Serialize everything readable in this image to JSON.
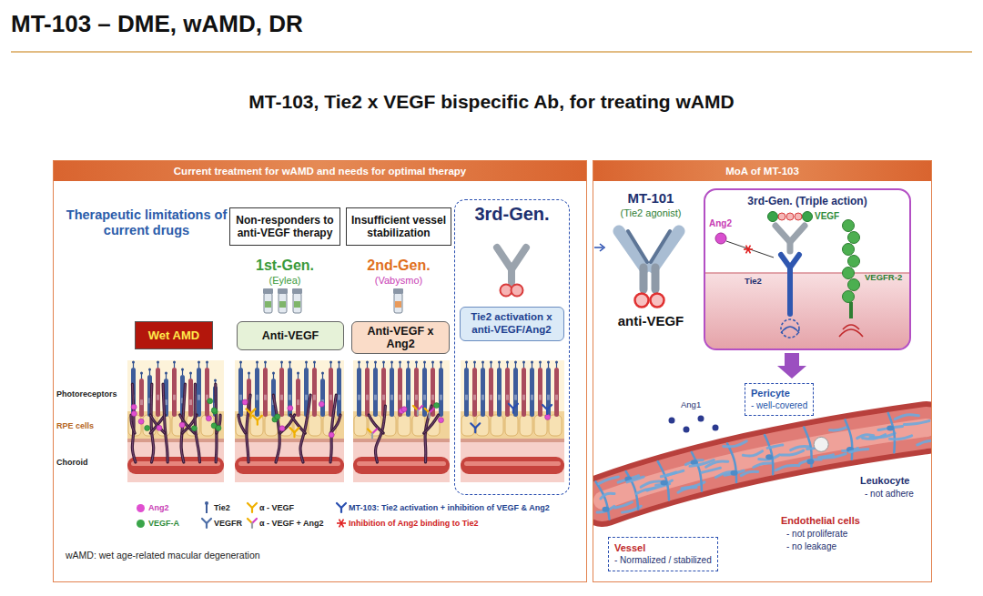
{
  "diagram": {
    "title": "MT-103 – DME, wAMD, DR",
    "nodes": [
      {
        "text": [
          "Current treatment for wAMD and needs for optimal therapy"
        ]
      },
      {
        "text": [
          "Non-responders to anti-VEGF therapy"
        ],
        "in": 0
      },
      {
        "text": [
          "Insufficient vessel stabilization"
        ],
        "in": 0
      },
      {
        "text": [
          "Wet AMD"
        ],
        "in": 0
      },
      {
        "text": [
          "Anti-VEGF"
        ],
        "in": 0
      },
      {
        "text": [
          "Anti-VEGF x Ang2"
        ],
        "in": 0
      },
      {
        "text": [
          "3rd-Gen."
        ],
        "in": 0
      },
      {
        "text": [
          "Tie2 activation x anti-VEGF/Ang2"
        ],
        "in": 6
      },
      {
        "text": [
          "MoA of MT-103"
        ]
      },
      {
        "text": [
          "3rd-Gen. (Triple action)"
        ],
        "in": 8
      },
      {
        "text": [
          "Pericyte",
          "- well-covered"
        ],
        "in": 8
      },
      {
        "text": [
          "Vessel",
          "- Normalized / stabilized"
        ],
        "in": 8
      }
    ],
    "labels": [
      "MT-103, Tie2 x VEGF bispecific Ab, for treating wAMD",
      "Therapeutic limitations of current drugs",
      "1st-Gen.",
      "(Eylea)",
      "2nd-Gen.",
      "(Vabysmo)",
      "Photoreceptors",
      "RPE cells",
      "Choroid",
      "wAMD: wet age-related macular degeneration",
      "MT-101",
      "(Tie2 agonist)",
      "anti-VEGF",
      "Ang2",
      "VEGF",
      "Tie2",
      "VEGFR-2",
      "Ang1",
      "Leukocyte",
      "- not adhere",
      "Endothelial cells",
      "- not proliferate",
      "- no leakage"
    ],
    "legend": [
      {
        "text": "Ang2",
        "color": "#e04fd0"
      },
      {
        "text": "Tie2"
      },
      {
        "text": "α - VEGF"
      },
      {
        "text": "MT-103: Tie2 activation + inhibition of VEGF & Ang2"
      },
      {
        "text": "VEGF-A",
        "color": "#3aa54a"
      },
      {
        "text": "VEGFR"
      },
      {
        "text": "α - VEGF + Ang2"
      },
      {
        "text": "Inhibition of Ang2 binding to Tie2"
      }
    ]
  }
}
